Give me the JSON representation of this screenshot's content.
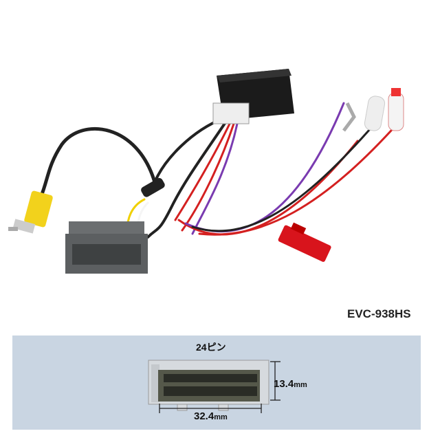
{
  "product": {
    "model": "EVC-938HS"
  },
  "connector_diagram": {
    "pin_count_label": "24ピン",
    "height_value": "13.4",
    "width_value": "32.4",
    "unit": "mm"
  },
  "colors": {
    "panel_background": "#c9d5e2",
    "rca_plug": "#f2d21c",
    "connector_body": "#6b6e70",
    "splice_connector": "#d8141c"
  }
}
